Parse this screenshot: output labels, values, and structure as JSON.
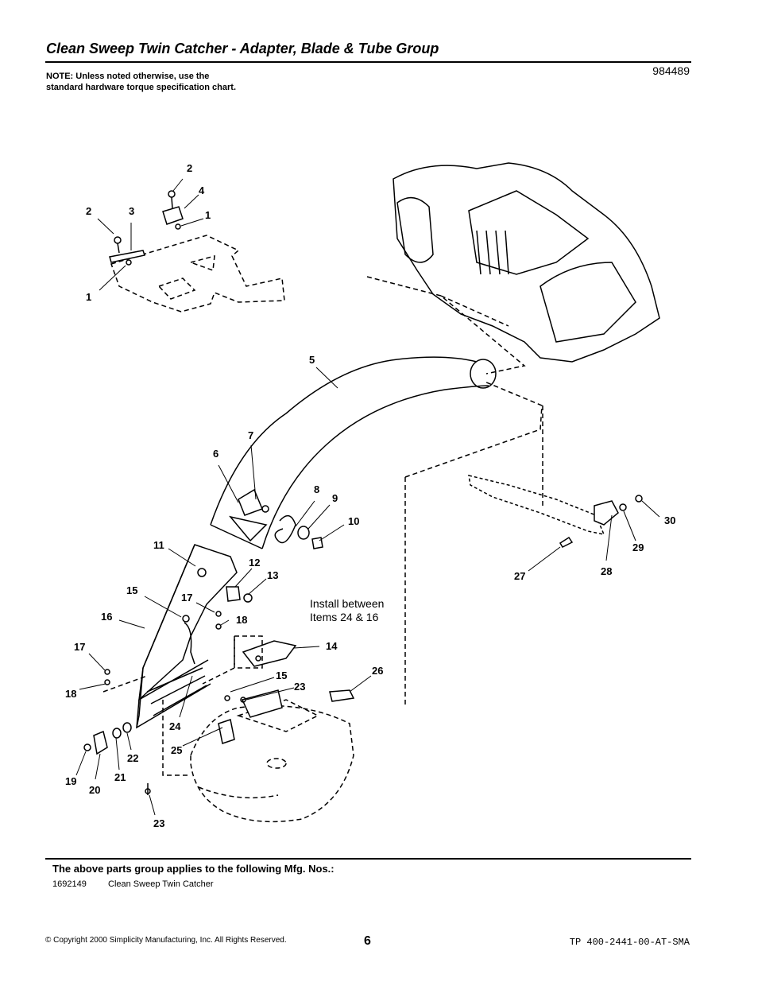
{
  "header": {
    "title": "Clean Sweep Twin Catcher - Adapter, Blade & Tube Group",
    "note": "NOTE: Unless noted otherwise, use the standard hardware torque specification chart.",
    "doc_number": "984489"
  },
  "diagram": {
    "install_note_line1": "Install between",
    "install_note_line2": "Items 24 & 16",
    "callouts": [
      "2",
      "4",
      "2",
      "3",
      "1",
      "1",
      "5",
      "7",
      "6",
      "8",
      "9",
      "10",
      "11",
      "12",
      "13",
      "15",
      "17",
      "16",
      "18",
      "14",
      "17",
      "18",
      "15",
      "23",
      "26",
      "24",
      "25",
      "22",
      "19",
      "20",
      "21",
      "23",
      "27",
      "28",
      "29",
      "30"
    ]
  },
  "footer": {
    "applies_text": "The above parts group applies to the following Mfg. Nos.:",
    "mfg_number": "1692149",
    "mfg_description": "Clean Sweep Twin Catcher",
    "copyright": "© Copyright 2000 Simplicity Manufacturing, Inc. All Rights Reserved.",
    "page_number": "6",
    "tp_number": "TP 400-2441-00-AT-SMA"
  }
}
